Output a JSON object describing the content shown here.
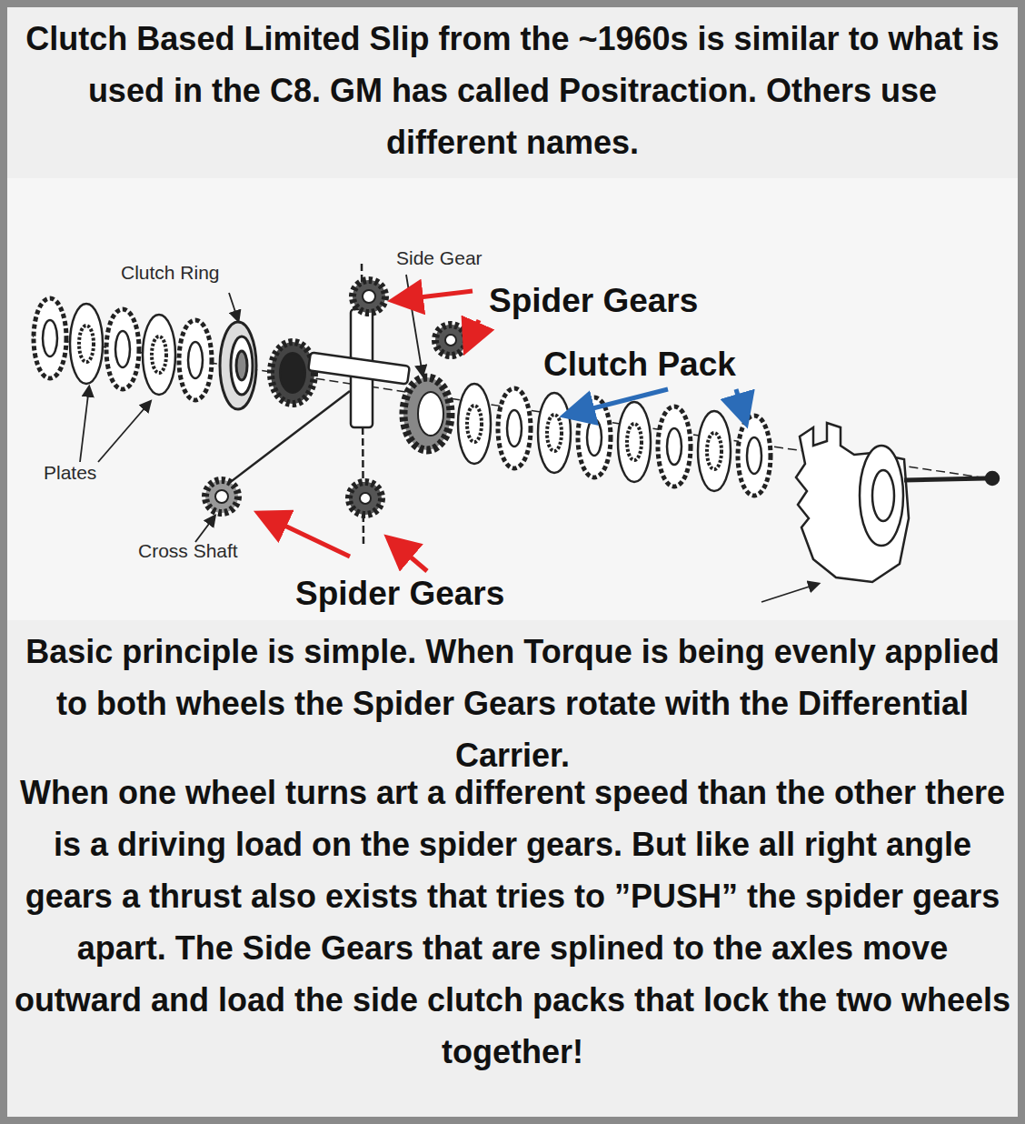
{
  "diagram": {
    "title": "Clutch Based Limited Slip from the ~1960s is similar to what is used in the C8. GM has called Positraction. Others use different names.",
    "labels": [
      "Clutch Ring",
      "Side Gear",
      "Spider Gears",
      "Clutch Pack",
      "Plates",
      "Cross Shaft",
      "Spider Gears",
      "Basic principle is simple. When Torque is being evenly applied to both wheels the Spider Gears rotate with the Differential Carrier.",
      "When one wheel turns art a different speed than the other there is a driving load on the spider gears. But like all right angle gears a thrust also exists that tries to ”PUSH” the spider gears apart. The Side Gears that are splined to the axles move outward and load the side clutch packs that lock the two wheels together!"
    ]
  }
}
